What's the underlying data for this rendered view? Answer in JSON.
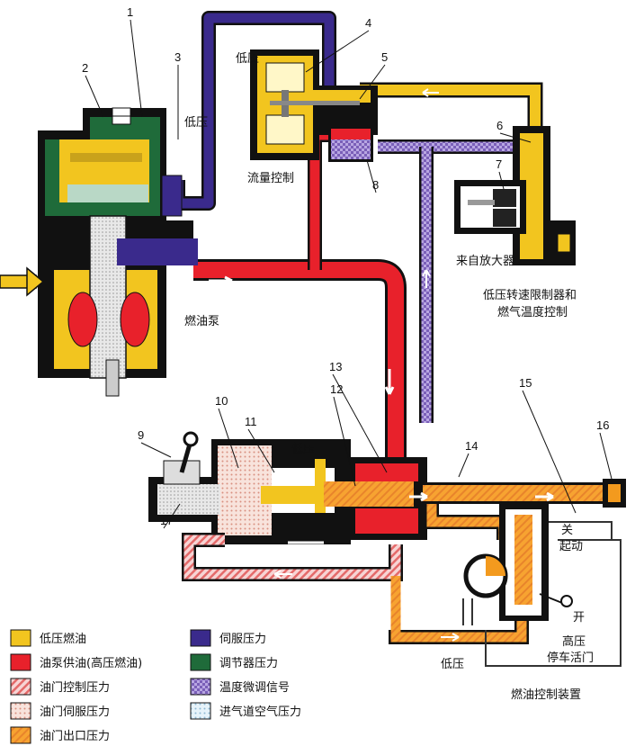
{
  "labels": {
    "low_pressure_top": "低压",
    "low_pressure_pump": "低压",
    "low_pressure_valve": "低压",
    "low_pressure_bottom": "低压",
    "flow_control": "流量控制",
    "from_amplifier": "来自放大器",
    "limiter_line1": "低压转速限制器和",
    "limiter_line2": "燃气温度控制",
    "fuel_pump": "燃油泵",
    "off": "关",
    "start": "起动",
    "open": "开",
    "hp_line1": "高压",
    "hp_line2": "停车活门",
    "fuel_control": "燃油控制装置"
  },
  "callouts": [
    "1",
    "2",
    "3",
    "4",
    "5",
    "6",
    "7",
    "8",
    "9",
    "10",
    "11",
    "12",
    "13",
    "14",
    "15",
    "16",
    "17"
  ],
  "legend": [
    {
      "label": "低压燃油",
      "color": "#f2c51f",
      "pattern": "solid"
    },
    {
      "label": "油泵供油(高压燃油)",
      "color": "#e8212b",
      "pattern": "solid"
    },
    {
      "label": "油门控制压力",
      "color": "#f3c2c2",
      "pattern": "hatch-red"
    },
    {
      "label": "油门伺服压力",
      "color": "#f6d9cf",
      "pattern": "dots-pink"
    },
    {
      "label": "油门出口压力",
      "color": "#f39a1e",
      "pattern": "hatch-orange"
    },
    {
      "label": "伺服压力",
      "color": "#3a2a8c",
      "pattern": "solid"
    },
    {
      "label": "调节器压力",
      "color": "#1f6b3a",
      "pattern": "solid"
    },
    {
      "label": "温度微调信号",
      "color": "#8f78c9",
      "pattern": "checker"
    },
    {
      "label": "进气道空气压力",
      "color": "#cfe6f2",
      "pattern": "dots-blue"
    }
  ]
}
